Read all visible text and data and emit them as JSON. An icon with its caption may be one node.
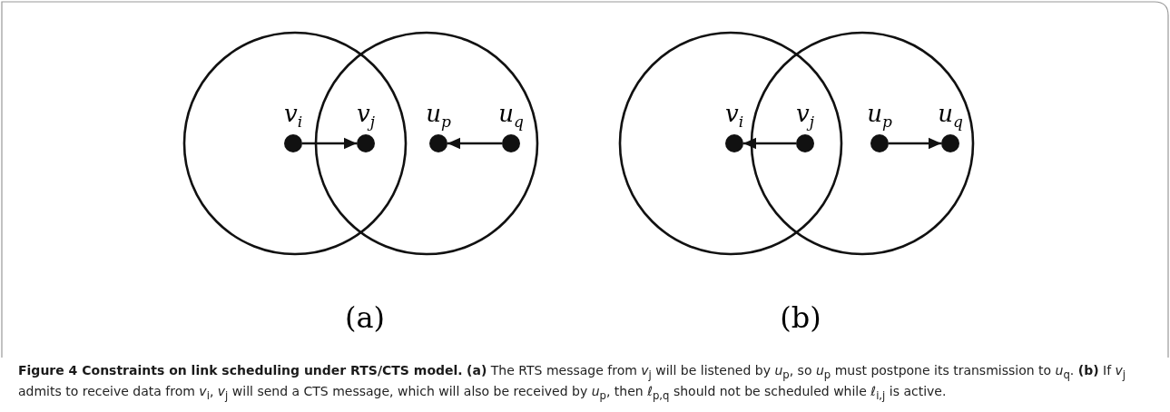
{
  "diagram": {
    "caption": "**Figure 4 Constraints on link scheduling under RTS/CTS model.** **(a)** The RTS message from *v*$_{j}$ will be listened by *u*$_{p}$, so *u*$_{p}$ must postpone its transmission to *u*$_{q}$. **(b)** If *v*$_{j}$ admits to receive data from *v*$_{i}$, *v*$_{j}$ will send a CTS message, which will also be received by *u*$_{p}$, then *ℓ*$_{p,q}$ should not be scheduled while *ℓ*$_{i,j}$ is active.",
    "nodes": [
      {
        "text": [],
        "shape": "circle"
      },
      {
        "text": [
          "v$_{i}$"
        ],
        "in": 0
      },
      {
        "text": [],
        "shape": "circle"
      },
      {
        "text": [
          "v$_{j}$"
        ]
      },
      {
        "text": [
          "u$_{p}$"
        ],
        "in": 2
      },
      {
        "text": [
          "u$_{q}$"
        ],
        "in": 2
      },
      {
        "text": [],
        "shape": "circle"
      },
      {
        "text": [
          "v$_{i}$"
        ],
        "in": 6
      },
      {
        "text": [],
        "shape": "circle"
      },
      {
        "text": [
          "v$_{j}$"
        ]
      },
      {
        "text": [
          "u$_{p}$"
        ],
        "in": 8
      },
      {
        "text": [
          "u$_{q}$"
        ],
        "in": 8
      }
    ],
    "edges": [
      {
        "from": 1,
        "to": 3,
        "arrow": "to"
      },
      {
        "from": 5,
        "to": 4,
        "arrow": "to"
      },
      {
        "from": 9,
        "to": 7,
        "arrow": "to"
      },
      {
        "from": 10,
        "to": 11,
        "arrow": "to"
      }
    ],
    "labels": [
      "(a)",
      "(b)"
    ]
  }
}
